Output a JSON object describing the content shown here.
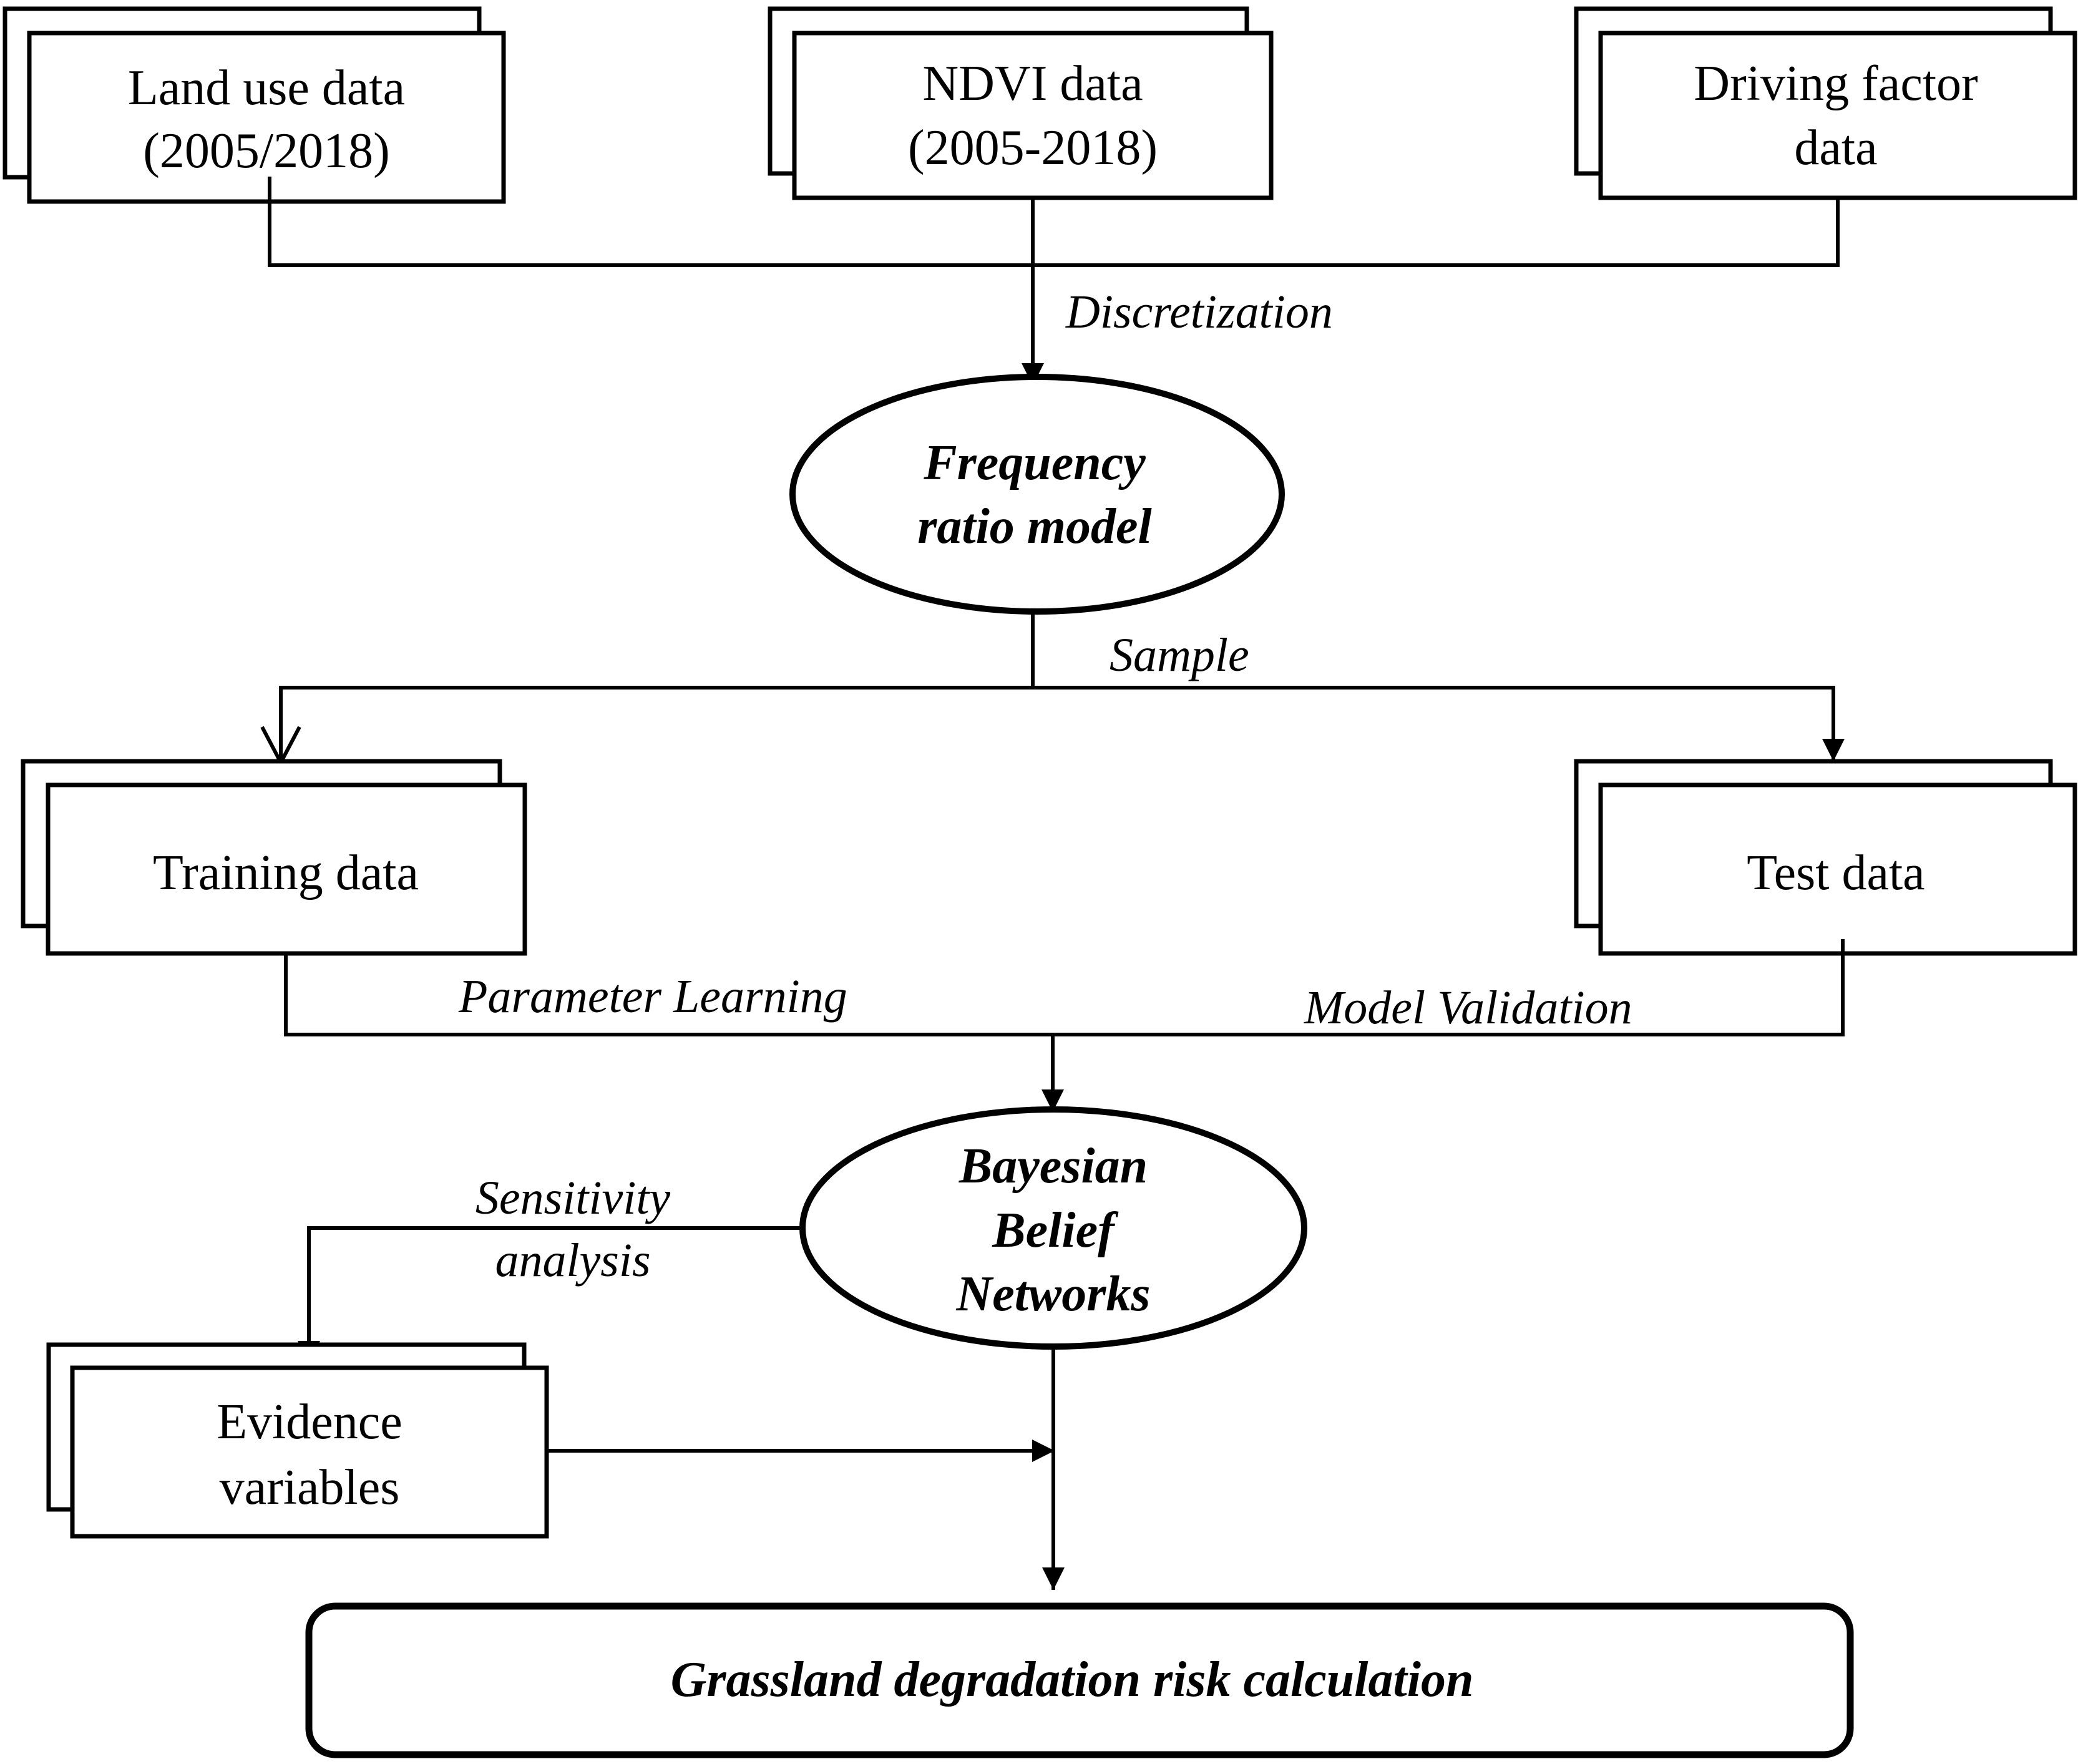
{
  "inputs": {
    "land_use": {
      "line1": "Land  use  data",
      "line2": "(2005/2018)"
    },
    "ndvi": {
      "line1": "NDVI data",
      "line2": "(2005-2018)"
    },
    "driving": {
      "line1": "Driving factor",
      "line2": "data"
    }
  },
  "labels": {
    "discretization": "Discretization",
    "sample": "Sample",
    "parameter_learning": "Parameter Learning",
    "model_validation": "Model Validation",
    "sensitivity_line1": "Sensitivity",
    "sensitivity_line2": "analysis"
  },
  "frequency_model": {
    "line1": "Frequency",
    "line2": "ratio model"
  },
  "training": {
    "label": "Training data"
  },
  "test": {
    "label": "Test data"
  },
  "bbn": {
    "line1": "Bayesian",
    "line2": "Belief",
    "line3": "Networks"
  },
  "evidence": {
    "line1": "Evidence",
    "line2": "variables"
  },
  "final": {
    "label": "Grassland degradation risk calculation"
  }
}
